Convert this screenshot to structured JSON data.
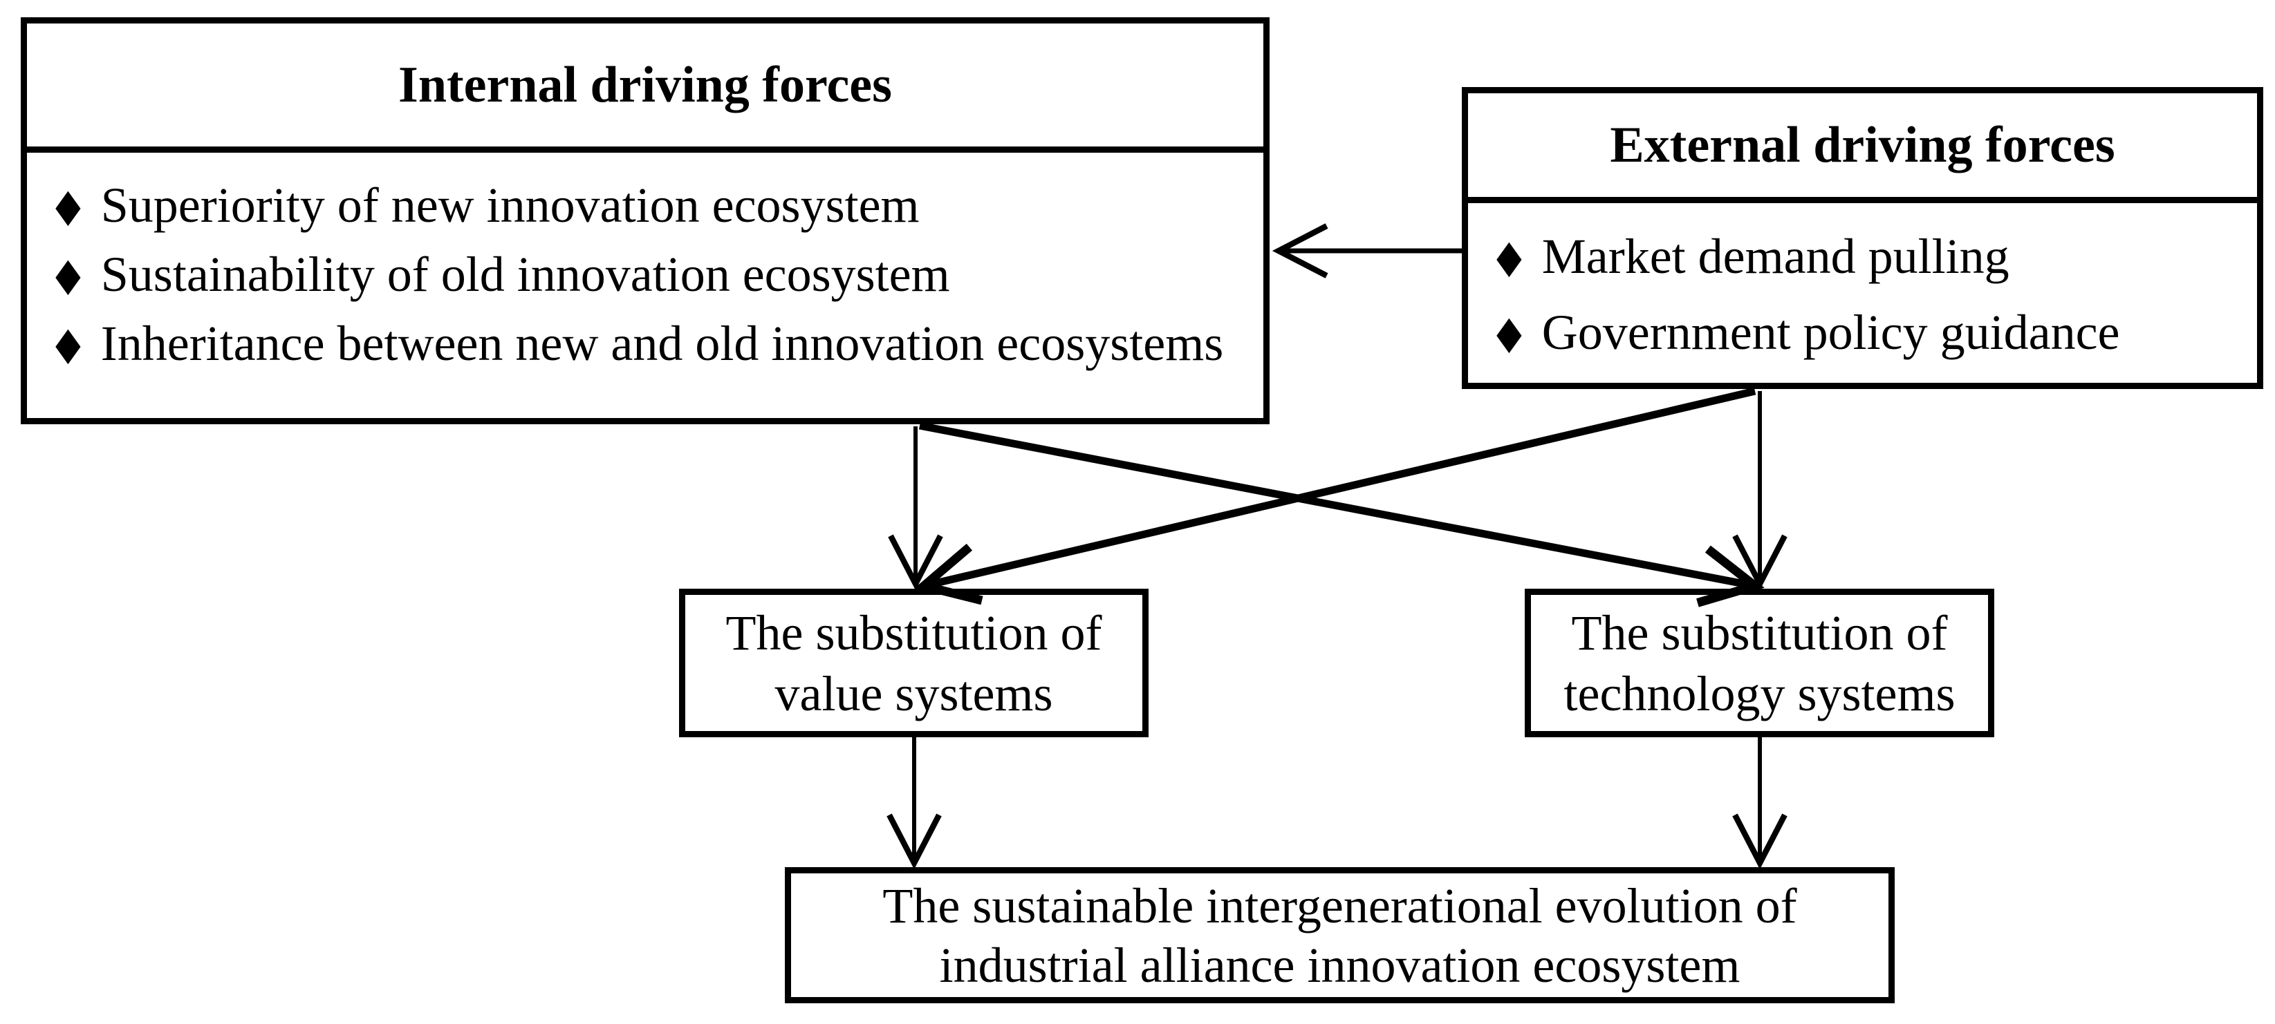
{
  "colors": {
    "background": "#ffffff",
    "line": "#000000",
    "text": "#000000"
  },
  "bullet_glyph": "◆",
  "boxes": {
    "internal": {
      "title": "Internal driving forces",
      "items": [
        "Superiority of new innovation ecosystem",
        "Sustainability of old innovation ecosystem",
        "Inheritance between new and old innovation ecosystems"
      ]
    },
    "external": {
      "title": "External driving forces",
      "items": [
        "Market demand pulling",
        "Government policy guidance"
      ]
    },
    "value_substitution": {
      "lines": [
        "The substitution of",
        "value systems"
      ]
    },
    "technology_substitution": {
      "lines": [
        "The substitution of",
        "technology systems"
      ]
    },
    "outcome": {
      "lines": [
        "The sustainable intergenerational evolution of",
        "industrial alliance innovation ecosystem"
      ]
    }
  },
  "edges": [
    {
      "from": "external-driving-forces",
      "to": "internal-driving-forces",
      "style": "thin"
    },
    {
      "from": "internal-driving-forces",
      "to": "value-substitution",
      "style": "thin"
    },
    {
      "from": "internal-driving-forces",
      "to": "technology-substitution",
      "style": "thick"
    },
    {
      "from": "external-driving-forces",
      "to": "value-substitution",
      "style": "thick"
    },
    {
      "from": "external-driving-forces",
      "to": "technology-substitution",
      "style": "thin"
    },
    {
      "from": "value-substitution",
      "to": "outcome",
      "style": "thin"
    },
    {
      "from": "technology-substitution",
      "to": "outcome",
      "style": "thin"
    }
  ]
}
